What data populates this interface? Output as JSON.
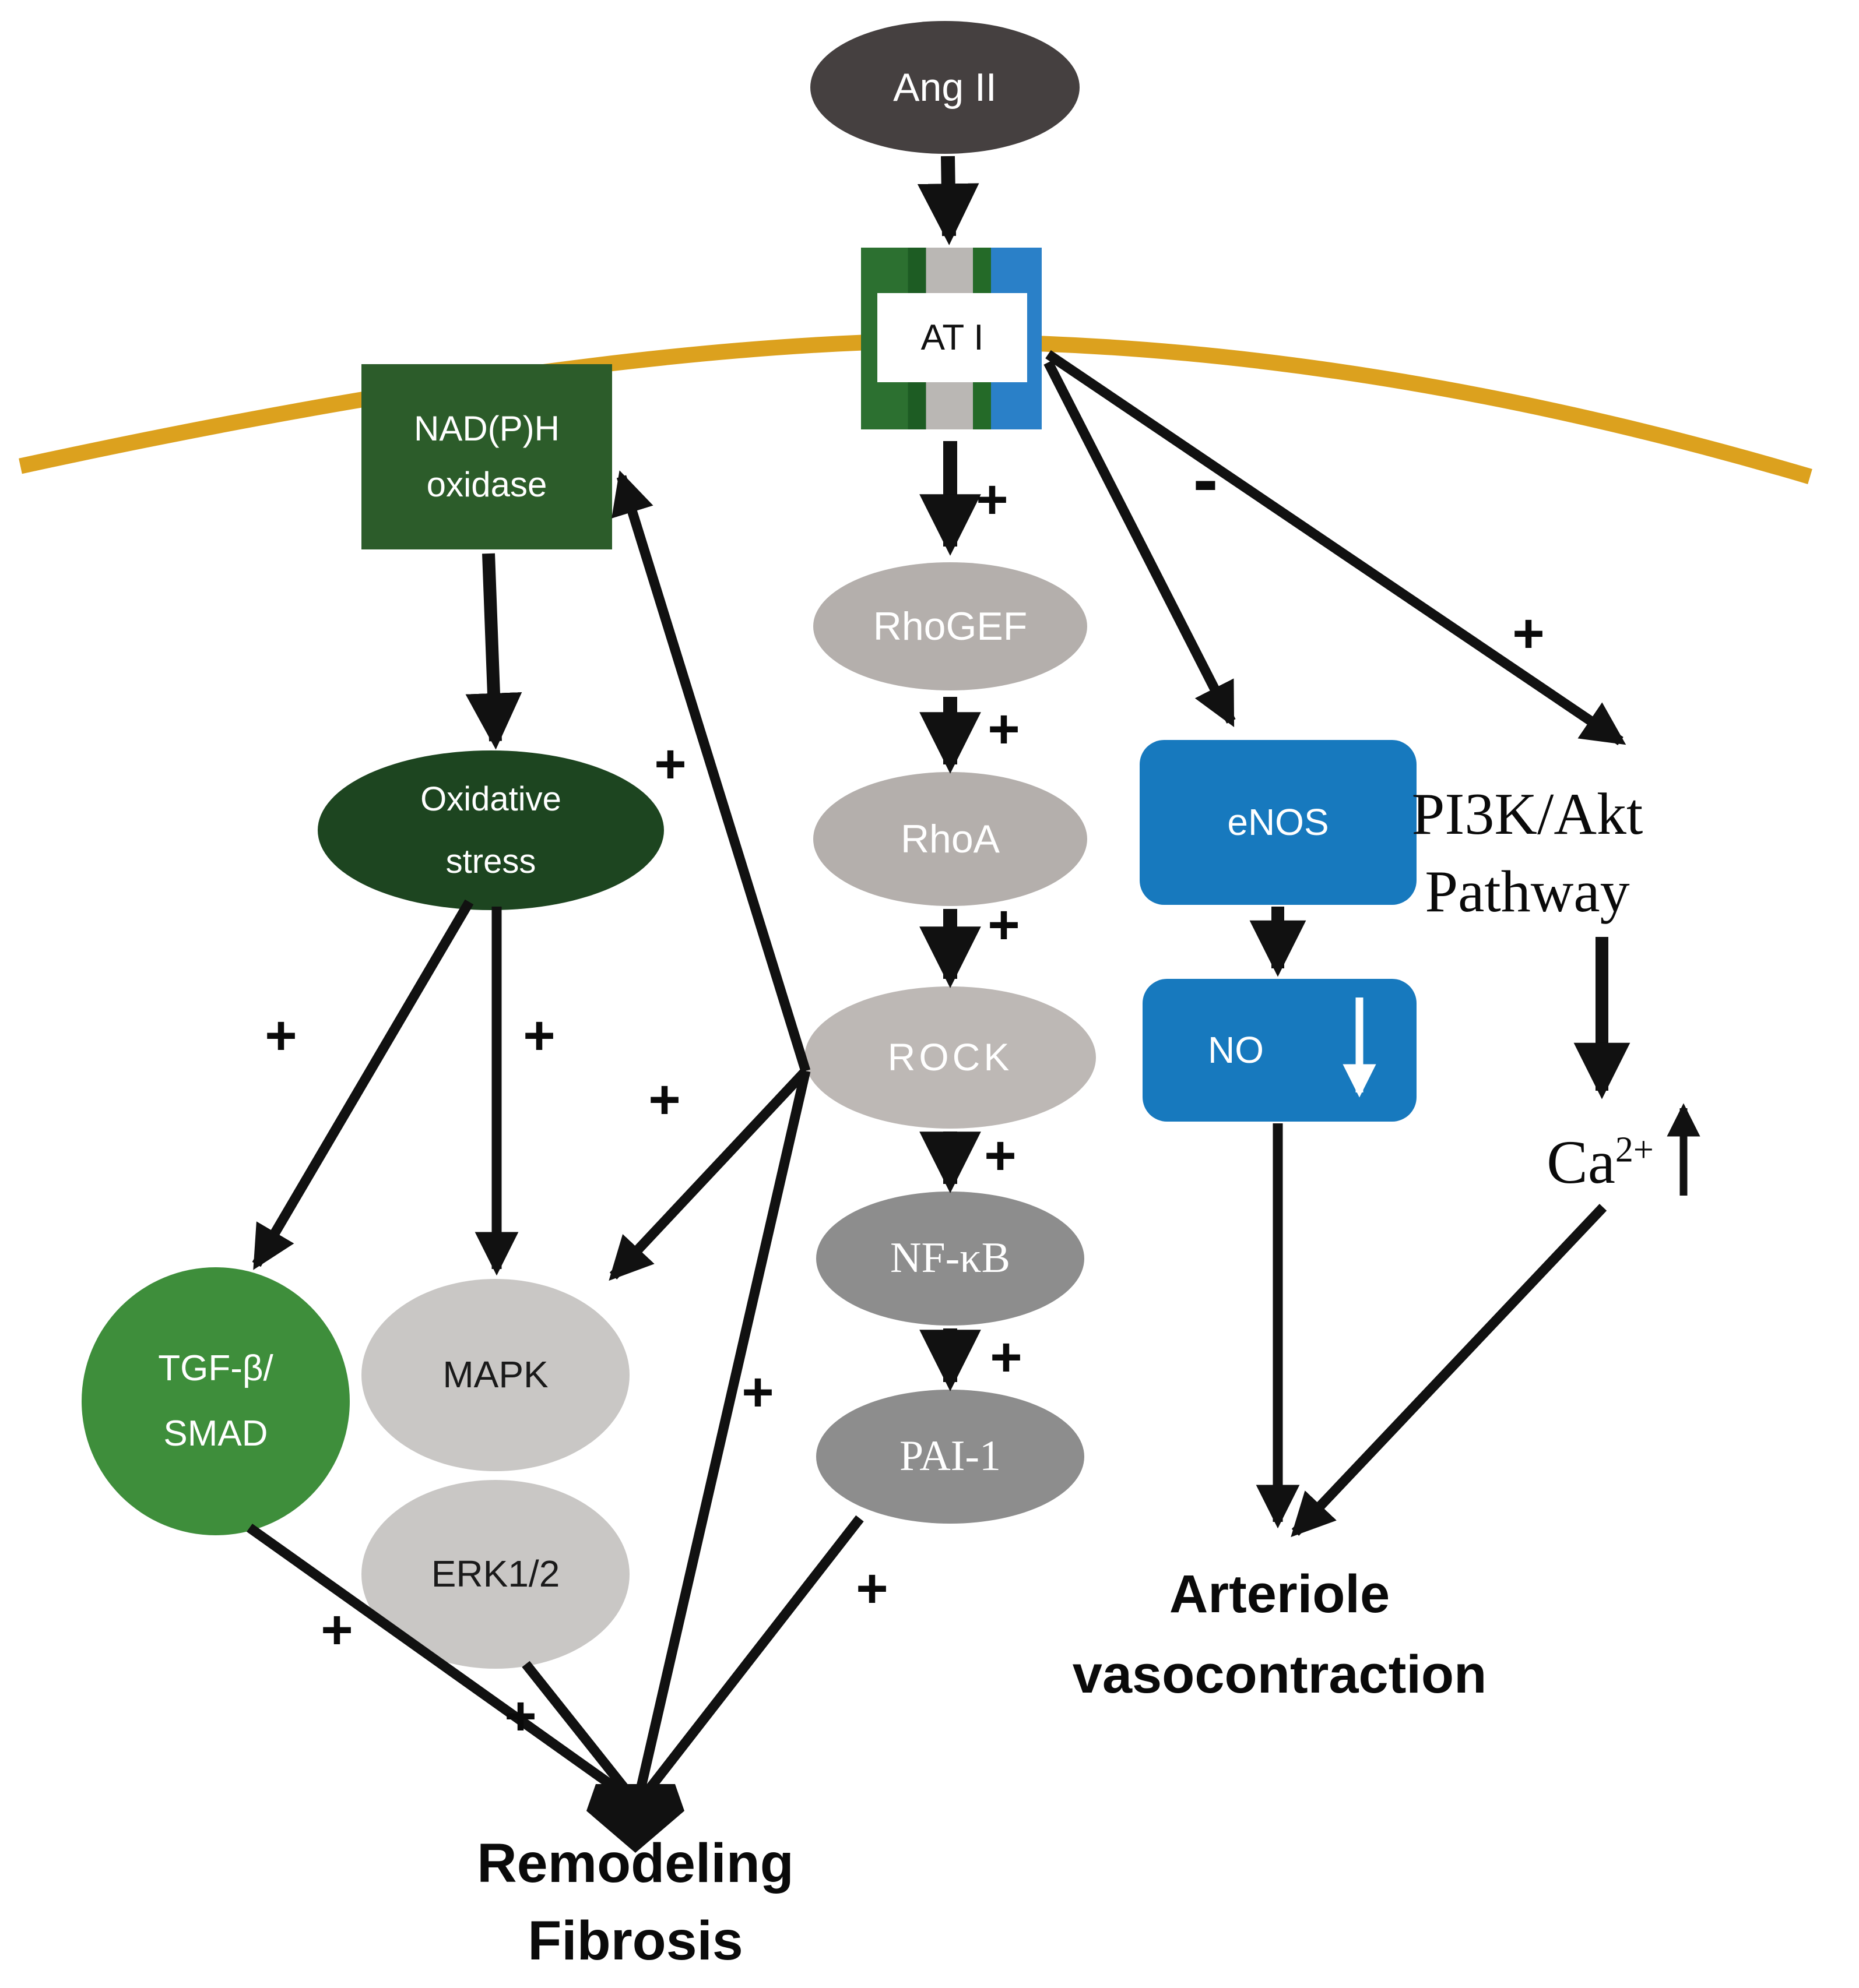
{
  "diagram": {
    "title": "Ang II / AT I receptor signaling pathway",
    "nodes": {
      "ang_ii": {
        "label": "Ang II",
        "fill": "#454040",
        "text_color": "#ffffff",
        "shape": "ellipse"
      },
      "at1": {
        "label": "AT I",
        "fill_stripes": [
          "#2c7030",
          "#1d5c23",
          "#bab7b4",
          "#246a28",
          "#2a80c8"
        ],
        "label_bg": "#ffffff",
        "text_color": "#111111",
        "shape": "striped-receptor"
      },
      "nadph": {
        "line1": "NAD(P)H",
        "line2": "oxidase",
        "fill": "#2c5c2a",
        "text_color": "#ffffff",
        "shape": "rect"
      },
      "oxidative": {
        "line1": "Oxidative",
        "line2": "stress",
        "fill": "#1d4520",
        "text_color": "#ffffff",
        "shape": "ellipse"
      },
      "tgf": {
        "line1": "TGF-β/",
        "line2": "SMAD",
        "fill": "#3e8e3b",
        "text_color": "#ffffff",
        "shape": "circle"
      },
      "mapk": {
        "label": "MAPK",
        "fill": "#c9c7c5",
        "text_color": "#1a1a1a",
        "shape": "ellipse"
      },
      "erk": {
        "label": "ERK1/2",
        "fill": "#c9c7c5",
        "text_color": "#1a1a1a",
        "shape": "ellipse"
      },
      "rhogef": {
        "label": "RhoGEF",
        "fill": "#b4afac",
        "text_color": "#ffffff",
        "shape": "ellipse"
      },
      "rhoa": {
        "label": "RhoA",
        "fill": "#b4afac",
        "text_color": "#ffffff",
        "shape": "ellipse"
      },
      "rock": {
        "label": "ROCK",
        "fill": "#bdb8b5",
        "text_color": "#ffffff",
        "shape": "ellipse"
      },
      "nfkb": {
        "label": "NF-κB",
        "fill": "#8d8d8d",
        "text_color": "#ffffff",
        "shape": "ellipse"
      },
      "pai1": {
        "label": "PAI-1",
        "fill": "#8d8d8d",
        "text_color": "#ffffff",
        "shape": "ellipse"
      },
      "enos": {
        "label": "eNOS",
        "fill": "#1779be",
        "text_color": "#ffffff",
        "shape": "rounded-rect"
      },
      "no": {
        "label": "NO",
        "fill": "#1779be",
        "text_color": "#ffffff",
        "shape": "rounded-rect",
        "decrease_arrow": "down"
      },
      "pi3k": {
        "line1": "PI3K/Akt",
        "line2": "Pathway",
        "text_color": "#0a0a0a",
        "shape": "text"
      },
      "ca": {
        "text": "Ca",
        "sup": "2+",
        "increase_arrow": "up",
        "text_color": "#0a0a0a",
        "shape": "text"
      },
      "arteriole": {
        "line1": "Arteriole",
        "line2": "vasocontraction",
        "text_color": "#0a0a0a",
        "shape": "text"
      },
      "remodeling": {
        "line1": "Remodeling",
        "line2": "Fibrosis",
        "text_color": "#0a0a0a",
        "shape": "text"
      }
    },
    "edges": [
      {
        "from": "ang_ii",
        "to": "at1",
        "sign": ""
      },
      {
        "from": "at1",
        "to": "rhogef",
        "sign": "+"
      },
      {
        "from": "at1",
        "to": "enos",
        "sign": "-"
      },
      {
        "from": "at1",
        "to": "pi3k",
        "sign": "+"
      },
      {
        "from": "rhogef",
        "to": "rhoa",
        "sign": "+"
      },
      {
        "from": "rhoa",
        "to": "rock",
        "sign": "+"
      },
      {
        "from": "rock",
        "to": "nfkb",
        "sign": "+"
      },
      {
        "from": "nfkb",
        "to": "pai1",
        "sign": "+"
      },
      {
        "from": "rock",
        "to": "nadph",
        "sign": "+"
      },
      {
        "from": "rock",
        "to": "mapk",
        "sign": "+"
      },
      {
        "from": "rock",
        "to": "remodeling",
        "sign": "+"
      },
      {
        "from": "nadph",
        "to": "oxidative",
        "sign": ""
      },
      {
        "from": "oxidative",
        "to": "tgf",
        "sign": "+"
      },
      {
        "from": "oxidative",
        "to": "mapk",
        "sign": "+"
      },
      {
        "from": "tgf",
        "to": "remodeling",
        "sign": "+"
      },
      {
        "from": "erk",
        "to": "remodeling",
        "sign": "+"
      },
      {
        "from": "pai1",
        "to": "remodeling",
        "sign": "+"
      },
      {
        "from": "enos",
        "to": "no",
        "sign": ""
      },
      {
        "from": "no",
        "to": "arteriole",
        "sign": ""
      },
      {
        "from": "pi3k",
        "to": "ca",
        "sign": ""
      },
      {
        "from": "ca",
        "to": "arteriole",
        "sign": ""
      }
    ],
    "colors": {
      "background": "#ffffff",
      "membrane": "#dca11e",
      "arrow": "#111111"
    }
  }
}
